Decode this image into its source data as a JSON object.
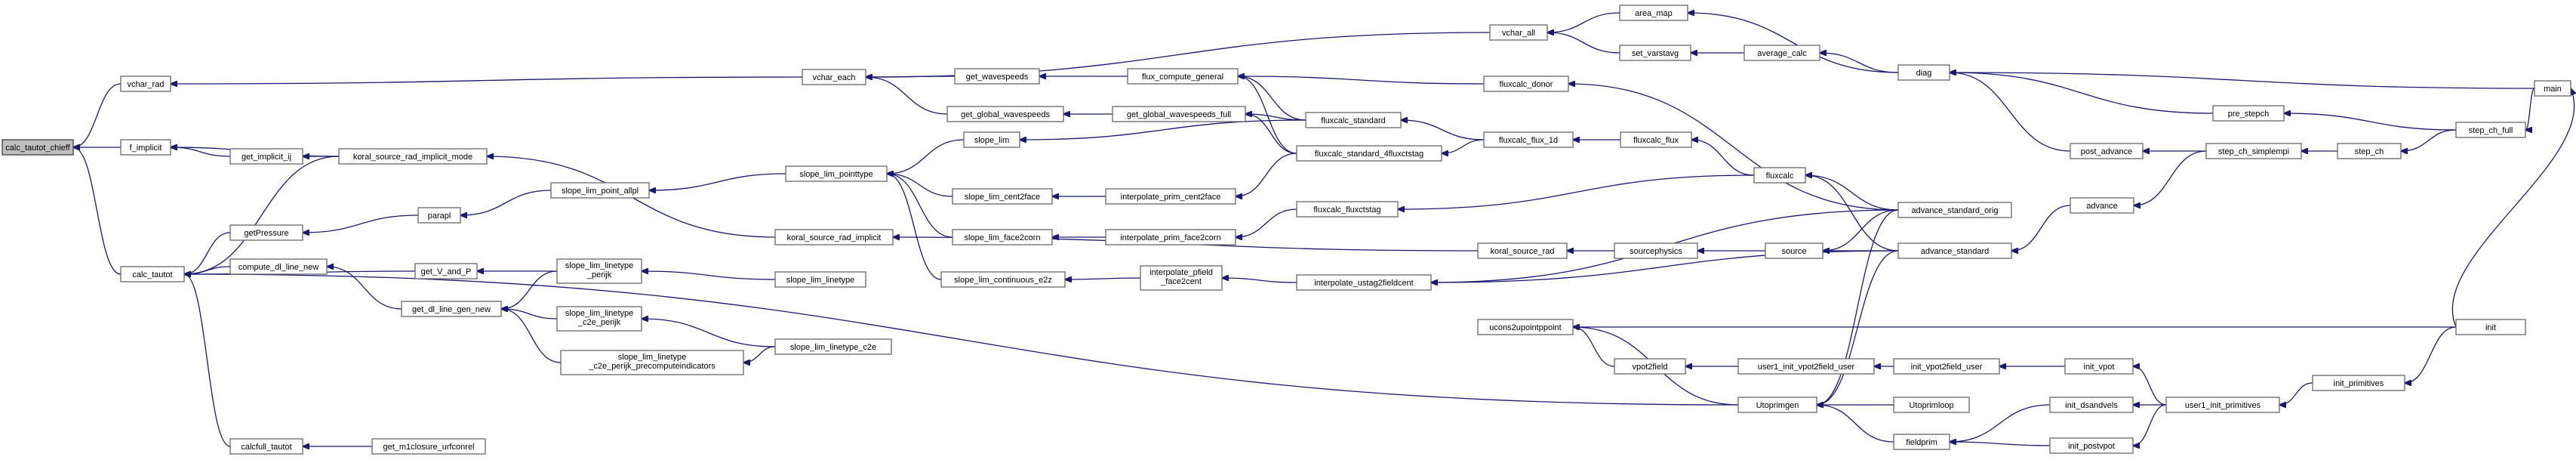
{
  "graph": {
    "colors": {
      "edge": "#191970",
      "root_fill": "#bfbfbf",
      "node_fill": "#ffffff",
      "node_stroke": "#666666"
    },
    "nodes": [
      {
        "id": "calc_tautot_chieff",
        "label": "calc_tautot_chieff",
        "root": true
      },
      {
        "id": "vchar_rad",
        "label": "vchar_rad"
      },
      {
        "id": "f_implicit",
        "label": "f_implicit"
      },
      {
        "id": "calc_tautot",
        "label": "calc_tautot"
      },
      {
        "id": "get_implicit_ij",
        "label": "get_implicit_ij"
      },
      {
        "id": "koral_source_rad_implicit_mode",
        "label": "koral_source_rad_implicit_mode"
      },
      {
        "id": "getPressure",
        "label": "getPressure"
      },
      {
        "id": "compute_dl_line_new",
        "label": "compute_dl_line_new"
      },
      {
        "id": "calcfull_tautot",
        "label": "calcfull_tautot"
      },
      {
        "id": "get_m1closure_urfconrel",
        "label": "get_m1closure_urfconrel"
      },
      {
        "id": "parapl",
        "label": "parapl"
      },
      {
        "id": "get_V_and_P",
        "label": "get_V_and_P"
      },
      {
        "id": "get_dl_line_gen_new",
        "label": "get_dl_line_gen_new"
      },
      {
        "id": "slope_lim_point_allpl",
        "label": "slope_lim_point_allpl"
      },
      {
        "id": "koral_source_rad_implicit",
        "label": "koral_source_rad_implicit"
      },
      {
        "id": "slope_lim_linetype_perijk",
        "label": [
          "slope_lim_linetype",
          "_perijk"
        ]
      },
      {
        "id": "slope_lim_linetype_c2e_perijk",
        "label": [
          "slope_lim_linetype",
          "_c2e_perijk"
        ]
      },
      {
        "id": "slope_lim_linetype_c2e_perijk_precomputeindicators",
        "label": [
          "slope_lim_linetype",
          "_c2e_perijk_precomputeindicators"
        ]
      },
      {
        "id": "slope_lim_linetype",
        "label": "slope_lim_linetype"
      },
      {
        "id": "slope_lim_linetype_c2e",
        "label": "slope_lim_linetype_c2e"
      },
      {
        "id": "vchar_each",
        "label": "vchar_each"
      },
      {
        "id": "slope_lim_pointtype",
        "label": "slope_lim_pointtype"
      },
      {
        "id": "slope_lim",
        "label": "slope_lim"
      },
      {
        "id": "slope_lim_cent2face",
        "label": "slope_lim_cent2face"
      },
      {
        "id": "slope_lim_face2corn",
        "label": "slope_lim_face2corn"
      },
      {
        "id": "slope_lim_continuous_e2z",
        "label": "slope_lim_continuous_e2z"
      },
      {
        "id": "get_wavespeeds",
        "label": "get_wavespeeds"
      },
      {
        "id": "get_global_wavespeeds",
        "label": "get_global_wavespeeds"
      },
      {
        "id": "interpolate_prim_cent2face",
        "label": "interpolate_prim_cent2face"
      },
      {
        "id": "interpolate_prim_face2corn",
        "label": "interpolate_prim_face2corn"
      },
      {
        "id": "interpolate_pfield_face2cent",
        "label": [
          "interpolate_pfield",
          "_face2cent"
        ]
      },
      {
        "id": "flux_compute_general",
        "label": "flux_compute_general"
      },
      {
        "id": "get_global_wavespeeds_full",
        "label": "get_global_wavespeeds_full"
      },
      {
        "id": "vchar_all",
        "label": "vchar_all"
      },
      {
        "id": "fluxcalc_standard",
        "label": "fluxcalc_standard"
      },
      {
        "id": "fluxcalc_standard_4fluxctstag",
        "label": "fluxcalc_standard_4fluxctstag"
      },
      {
        "id": "fluxcalc_fluxctstag",
        "label": "fluxcalc_fluxctstag"
      },
      {
        "id": "interpolate_ustag2fieldcent",
        "label": "interpolate_ustag2fieldcent"
      },
      {
        "id": "fluxcalc_donor",
        "label": "fluxcalc_donor"
      },
      {
        "id": "fluxcalc_flux_1d",
        "label": "fluxcalc_flux_1d"
      },
      {
        "id": "fluxcalc_flux",
        "label": "fluxcalc_flux"
      },
      {
        "id": "fluxcalc",
        "label": "fluxcalc"
      },
      {
        "id": "koral_source_rad",
        "label": "koral_source_rad"
      },
      {
        "id": "sourcephysics",
        "label": "sourcephysics"
      },
      {
        "id": "source",
        "label": "source"
      },
      {
        "id": "ucons2upointppoint",
        "label": "ucons2upointppoint"
      },
      {
        "id": "vpot2field",
        "label": "vpot2field"
      },
      {
        "id": "user1_init_vpot2field_user",
        "label": "user1_init_vpot2field_user"
      },
      {
        "id": "init_vpot2field_user",
        "label": "init_vpot2field_user"
      },
      {
        "id": "Utoprimgen",
        "label": "Utoprimgen"
      },
      {
        "id": "Utoprimloop",
        "label": "Utoprimloop"
      },
      {
        "id": "fieldprim",
        "label": "fieldprim"
      },
      {
        "id": "area_map",
        "label": "area_map"
      },
      {
        "id": "set_varstavg",
        "label": "set_varstavg"
      },
      {
        "id": "average_calc",
        "label": "average_calc"
      },
      {
        "id": "diag",
        "label": "diag"
      },
      {
        "id": "advance_standard_orig",
        "label": "advance_standard_orig"
      },
      {
        "id": "advance_standard",
        "label": "advance_standard"
      },
      {
        "id": "advance",
        "label": "advance"
      },
      {
        "id": "post_advance",
        "label": "post_advance"
      },
      {
        "id": "pre_stepch",
        "label": "pre_stepch"
      },
      {
        "id": "step_ch_simplempi",
        "label": "step_ch_simplempi"
      },
      {
        "id": "step_ch",
        "label": "step_ch"
      },
      {
        "id": "step_ch_full",
        "label": "step_ch_full"
      },
      {
        "id": "main",
        "label": "main"
      },
      {
        "id": "init",
        "label": "init"
      },
      {
        "id": "init_vpot",
        "label": "init_vpot"
      },
      {
        "id": "init_dsandvels",
        "label": "init_dsandvels"
      },
      {
        "id": "init_postvpot",
        "label": "init_postvpot"
      },
      {
        "id": "user1_init_primitives",
        "label": "user1_init_primitives"
      },
      {
        "id": "init_primitives",
        "label": "init_primitives"
      }
    ],
    "edges": [
      [
        "vchar_rad",
        "calc_tautot_chieff"
      ],
      [
        "f_implicit",
        "calc_tautot_chieff"
      ],
      [
        "calc_tautot",
        "calc_tautot_chieff"
      ],
      [
        "vchar_each",
        "vchar_rad"
      ],
      [
        "get_implicit_ij",
        "f_implicit"
      ],
      [
        "koral_source_rad_implicit_mode",
        "f_implicit"
      ],
      [
        "koral_source_rad_implicit_mode",
        "get_implicit_ij"
      ],
      [
        "koral_source_rad_implicit",
        "koral_source_rad_implicit_mode"
      ],
      [
        "koral_source_rad_implicit_mode",
        "calc_tautot"
      ],
      [
        "getPressure",
        "calc_tautot"
      ],
      [
        "get_V_and_P",
        "calc_tautot"
      ],
      [
        "compute_dl_line_new",
        "calc_tautot"
      ],
      [
        "calcfull_tautot",
        "calc_tautot"
      ],
      [
        "Utoprimgen",
        "calc_tautot"
      ],
      [
        "parapl",
        "getPressure"
      ],
      [
        "slope_lim_point_allpl",
        "parapl"
      ],
      [
        "slope_lim_pointtype",
        "slope_lim_point_allpl"
      ],
      [
        "slope_lim_linetype_perijk",
        "get_V_and_P"
      ],
      [
        "get_dl_line_gen_new",
        "compute_dl_line_new"
      ],
      [
        "slope_lim_linetype_perijk",
        "get_dl_line_gen_new"
      ],
      [
        "slope_lim_linetype_c2e_perijk",
        "get_dl_line_gen_new"
      ],
      [
        "slope_lim_linetype_c2e_perijk_precomputeindicators",
        "get_dl_line_gen_new"
      ],
      [
        "get_m1closure_urfconrel",
        "calcfull_tautot"
      ],
      [
        "slope_lim_linetype",
        "slope_lim_linetype_perijk"
      ],
      [
        "slope_lim_linetype_c2e",
        "slope_lim_linetype_c2e_perijk"
      ],
      [
        "slope_lim_linetype_c2e",
        "slope_lim_linetype_c2e_perijk_precomputeindicators"
      ],
      [
        "koral_source_rad",
        "koral_source_rad_implicit"
      ],
      [
        "get_wavespeeds",
        "vchar_each"
      ],
      [
        "get_global_wavespeeds",
        "vchar_each"
      ],
      [
        "vchar_all",
        "vchar_each"
      ],
      [
        "slope_lim",
        "slope_lim_pointtype"
      ],
      [
        "slope_lim_cent2face",
        "slope_lim_pointtype"
      ],
      [
        "slope_lim_face2corn",
        "slope_lim_pointtype"
      ],
      [
        "slope_lim_continuous_e2z",
        "slope_lim_pointtype"
      ],
      [
        "interpolate_prim_cent2face",
        "slope_lim_cent2face"
      ],
      [
        "interpolate_prim_face2corn",
        "slope_lim_face2corn"
      ],
      [
        "interpolate_pfield_face2cent",
        "slope_lim_continuous_e2z"
      ],
      [
        "fluxcalc_standard",
        "slope_lim"
      ],
      [
        "flux_compute_general",
        "get_wavespeeds"
      ],
      [
        "get_global_wavespeeds_full",
        "get_global_wavespeeds"
      ],
      [
        "fluxcalc_standard_4fluxctstag",
        "interpolate_prim_cent2face"
      ],
      [
        "fluxcalc_fluxctstag",
        "interpolate_prim_face2corn"
      ],
      [
        "interpolate_ustag2fieldcent",
        "interpolate_pfield_face2cent"
      ],
      [
        "fluxcalc_standard",
        "flux_compute_general"
      ],
      [
        "fluxcalc_standard_4fluxctstag",
        "flux_compute_general"
      ],
      [
        "fluxcalc_donor",
        "flux_compute_general"
      ],
      [
        "fluxcalc_standard",
        "get_global_wavespeeds_full"
      ],
      [
        "fluxcalc_standard_4fluxctstag",
        "get_global_wavespeeds_full"
      ],
      [
        "area_map",
        "vchar_all"
      ],
      [
        "set_varstavg",
        "vchar_all"
      ],
      [
        "fluxcalc_flux_1d",
        "fluxcalc_standard"
      ],
      [
        "fluxcalc_flux_1d",
        "fluxcalc_standard_4fluxctstag"
      ],
      [
        "fluxcalc",
        "fluxcalc_fluxctstag"
      ],
      [
        "advance_standard_orig",
        "interpolate_ustag2fieldcent"
      ],
      [
        "advance_standard",
        "interpolate_ustag2fieldcent"
      ],
      [
        "advance_standard_orig",
        "fluxcalc_donor"
      ],
      [
        "fluxcalc_flux",
        "fluxcalc_flux_1d"
      ],
      [
        "fluxcalc",
        "fluxcalc_flux"
      ],
      [
        "advance_standard_orig",
        "fluxcalc"
      ],
      [
        "advance_standard",
        "fluxcalc"
      ],
      [
        "sourcephysics",
        "koral_source_rad"
      ],
      [
        "source",
        "sourcephysics"
      ],
      [
        "advance_standard_orig",
        "source"
      ],
      [
        "advance_standard",
        "source"
      ],
      [
        "Utoprimgen",
        "ucons2upointppoint"
      ],
      [
        "init",
        "ucons2upointppoint"
      ],
      [
        "vpot2field",
        "ucons2upointppoint"
      ],
      [
        "user1_init_vpot2field_user",
        "vpot2field"
      ],
      [
        "init_vpot2field_user",
        "user1_init_vpot2field_user"
      ],
      [
        "init_vpot",
        "init_vpot2field_user"
      ],
      [
        "Utoprimloop",
        "Utoprimgen"
      ],
      [
        "fieldprim",
        "Utoprimgen"
      ],
      [
        "advance_standard_orig",
        "Utoprimgen"
      ],
      [
        "advance_standard",
        "Utoprimgen"
      ],
      [
        "init_dsandvels",
        "fieldprim"
      ],
      [
        "init_postvpot",
        "fieldprim"
      ],
      [
        "diag",
        "area_map"
      ],
      [
        "average_calc",
        "set_varstavg"
      ],
      [
        "diag",
        "average_calc"
      ],
      [
        "advance",
        "advance_standard"
      ],
      [
        "step_ch_simplempi",
        "advance"
      ],
      [
        "post_advance",
        "diag"
      ],
      [
        "pre_stepch",
        "diag"
      ],
      [
        "main",
        "diag"
      ],
      [
        "step_ch_simplempi",
        "post_advance"
      ],
      [
        "step_ch_full",
        "pre_stepch"
      ],
      [
        "step_ch",
        "step_ch_simplempi"
      ],
      [
        "step_ch_full",
        "step_ch"
      ],
      [
        "main",
        "step_ch_full"
      ],
      [
        "init",
        "main"
      ],
      [
        "user1_init_primitives",
        "init_vpot"
      ],
      [
        "user1_init_primitives",
        "init_dsandvels"
      ],
      [
        "user1_init_primitives",
        "init_postvpot"
      ],
      [
        "init_primitives",
        "user1_init_primitives"
      ],
      [
        "init",
        "init_primitives"
      ]
    ]
  }
}
